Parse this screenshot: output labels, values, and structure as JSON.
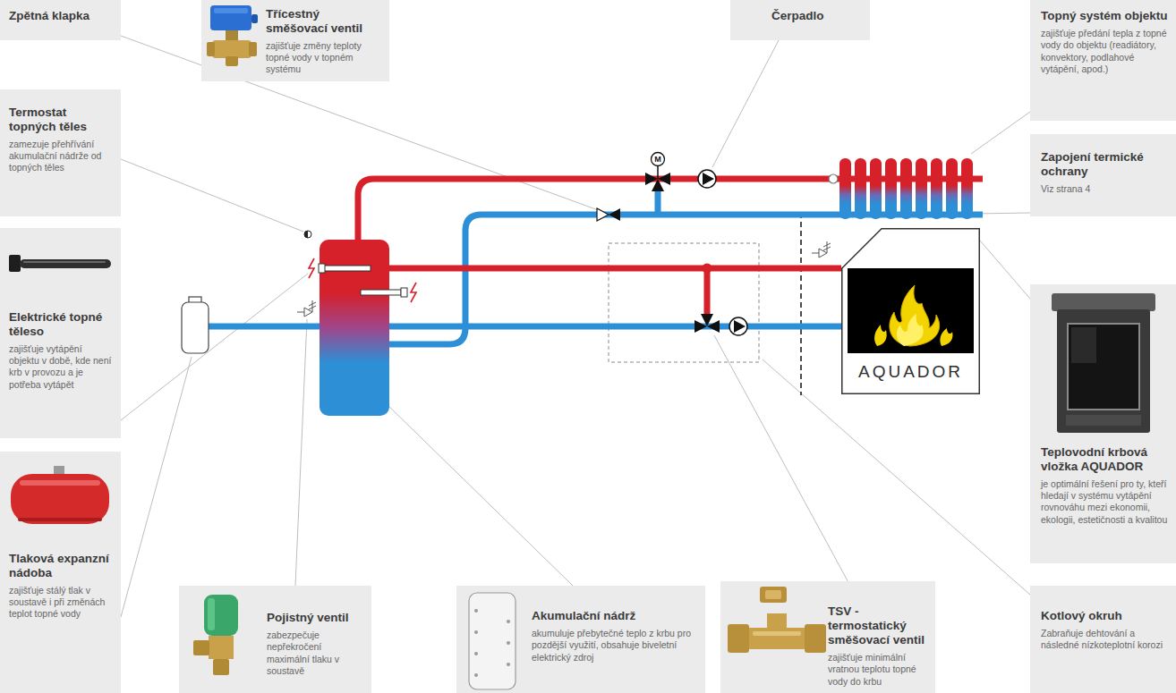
{
  "diagram": {
    "nodes": [
      {
        "text": [
          "Zpětná klapka"
        ]
      },
      {
        "text": [
          "Třícestný směšovací ventil",
          "zajišťuje změny teploty topné vody v topném systému"
        ]
      },
      {
        "text": [
          "Čerpadlo"
        ]
      },
      {
        "text": [
          "Topný systém objektu",
          "zajišťuje předání tepla z topné vody do objektu (readiátory, konvektory, podlahové vytápění, apod.)"
        ]
      },
      {
        "text": [
          "Termostat topných těles",
          "zamezuje přehřívání akumulační nádrže od topných těles"
        ]
      },
      {
        "text": [
          "Zapojení termické ochrany",
          "Viz strana 4"
        ]
      },
      {
        "text": [
          "Elektrické topné těleso",
          "zajišťuje vytápění objektu v době, kde není krb v provozu a je potřeba vytápět"
        ]
      },
      {
        "text": [
          "Teplovodní krbová vložka AQUADOR",
          "je optimální řešení pro ty, kteří hledají v systému vytápění rovnováhu mezi ekonomii, ekologii, estetičnosti a kvalitou"
        ]
      },
      {
        "text": [
          "AQUADOR"
        ]
      },
      {
        "text": [
          "Tlaková expanzní nádoba",
          "zajišťuje stálý tlak v soustavě i při změnách teplot topné vody"
        ]
      },
      {
        "text": [
          "Pojistný ventil",
          "zabezpečuje nepřekročení maximální tlaku v soustavě"
        ]
      },
      {
        "text": [
          "Akumulační nádrž",
          "akumuluje přebytečné teplo z krbu pro pozdější využití, obsahuje biveletní elektrický zdroj"
        ]
      },
      {
        "text": [
          "TSV - termostatický směšovací ventil",
          "zajišťuje minimální vratnou teplotu topné vody do krbu"
        ]
      },
      {
        "text": [
          "Kotlový okruh",
          "Zabraňuje dehtování a následné nízkoteplotní korozi"
        ]
      }
    ],
    "edges": [
      {
        "from": 7,
        "to": 8,
        "arrow": "none"
      }
    ],
    "labels": [
      "M"
    ]
  }
}
